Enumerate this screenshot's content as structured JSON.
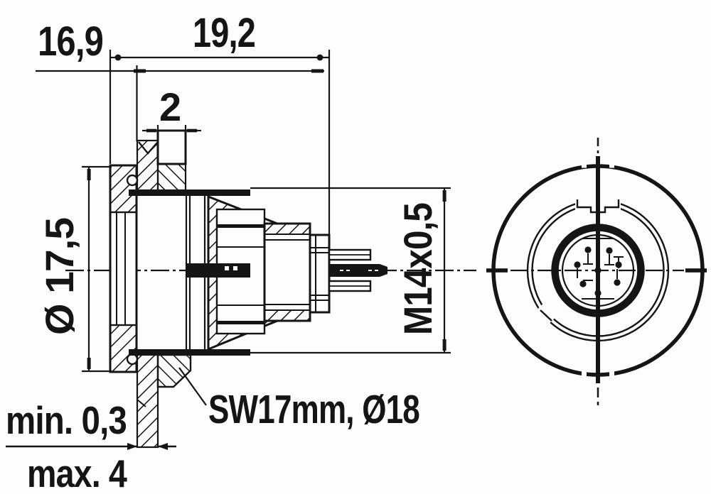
{
  "drawing": {
    "labels": {
      "dim_front_length": "16,9",
      "dim_total_length": "19,2",
      "dim_gasket_width": "2",
      "dim_flange_diameter": "Ø 17,5",
      "dim_thread": "M14x0,5",
      "dim_nut_note": "SW17mm, Ø18",
      "dim_panel_min": "min. 0,3",
      "dim_panel_max": "max. 4"
    },
    "colors": {
      "ink": "#151515",
      "paper": "#fdfdfd"
    }
  }
}
